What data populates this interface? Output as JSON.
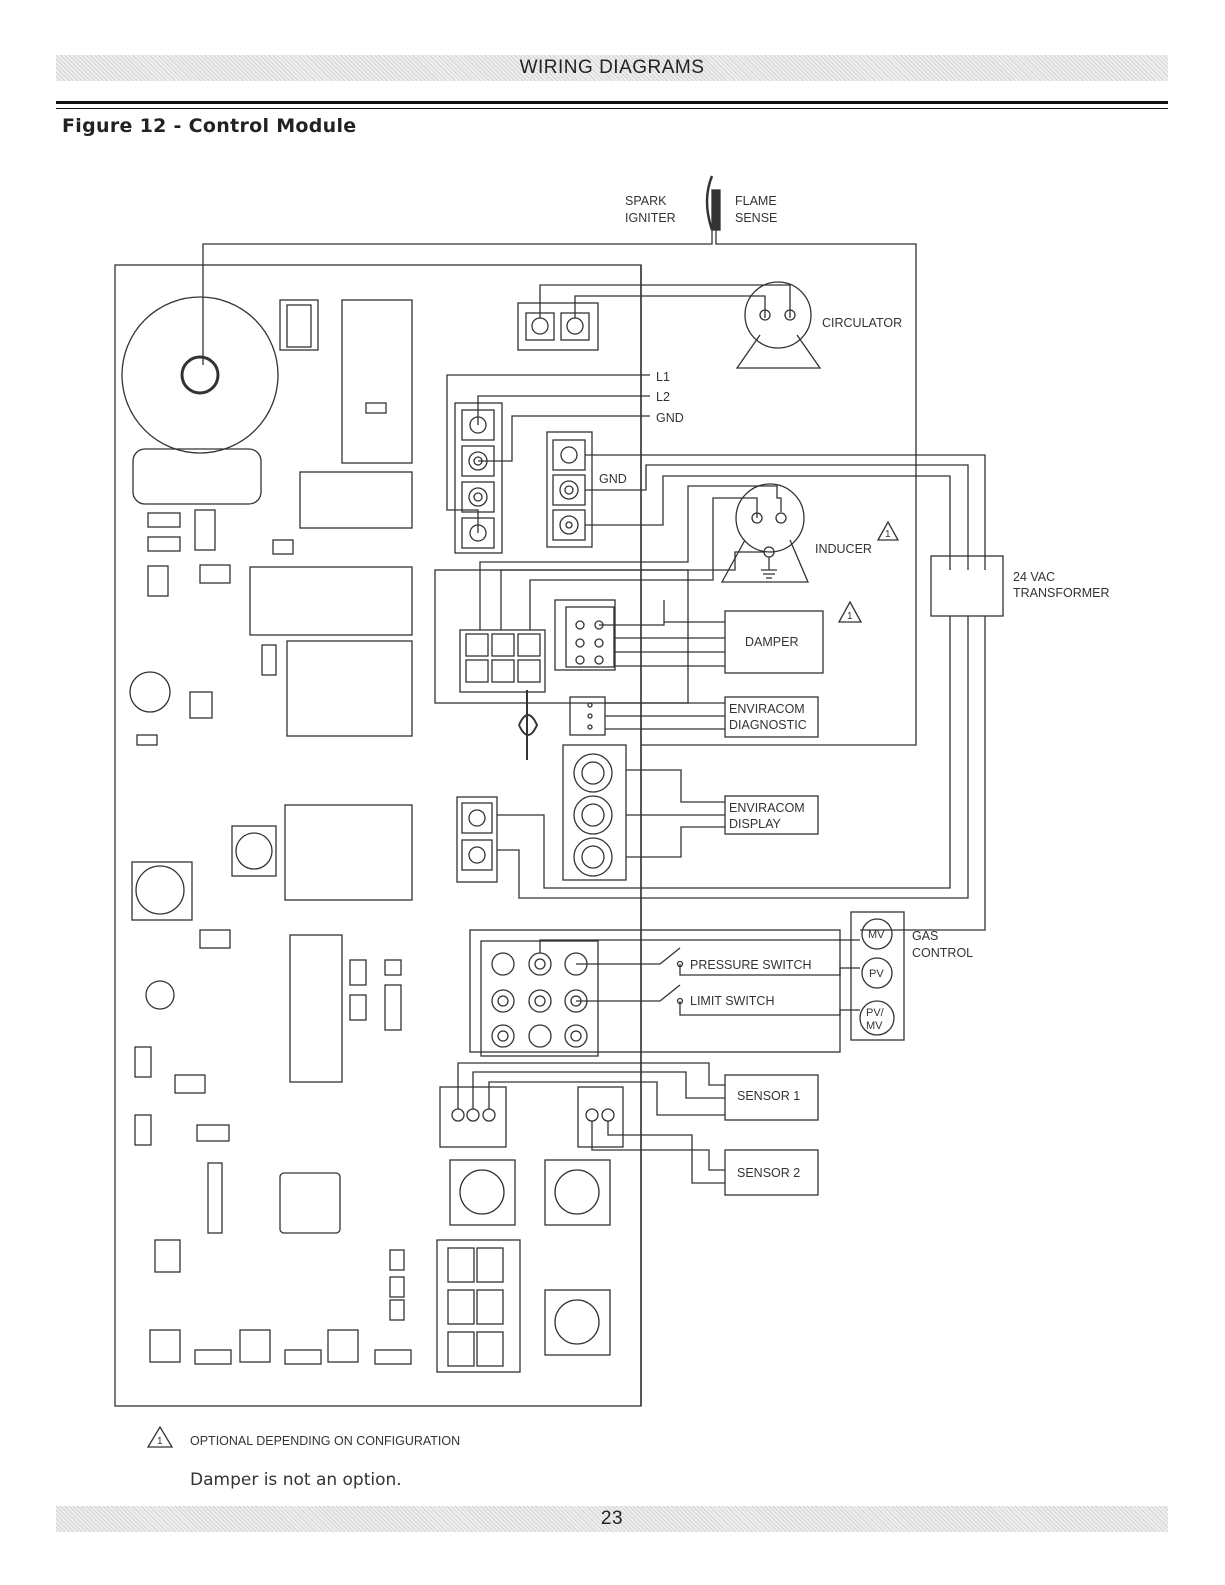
{
  "header": {
    "section_title": "WIRING DIAGRAMS"
  },
  "figure": {
    "title": "Figure 12   - Control Module"
  },
  "labels": {
    "spark_igniter_1": "SPARK",
    "spark_igniter_2": "IGNITER",
    "flame_sense_1": "FLAME",
    "flame_sense_2": "SENSE",
    "circulator": "CIRCULATOR",
    "l1": "L1",
    "l2": "L2",
    "gnd_main": "GND",
    "gnd_block": "GND",
    "inducer": "INDUCER",
    "transformer_1": "24 VAC",
    "transformer_2": "TRANSFORMER",
    "damper": "DAMPER",
    "enviracom_diag_1": "ENVIRACOM",
    "enviracom_diag_2": "DIAGNOSTIC",
    "enviracom_disp_1": "ENVIRACOM",
    "enviracom_disp_2": "DISPLAY",
    "gas_control_1": "GAS",
    "gas_control_2": "CONTROL",
    "mv": "MV",
    "pv": "PV",
    "pvmv_1": "PV/",
    "pvmv_2": "MV",
    "pressure_switch": "PRESSURE SWITCH",
    "limit_switch": "LIMIT SWITCH",
    "sensor_1": "SENSOR 1",
    "sensor_2": "SENSOR 2",
    "optional_marker": "1"
  },
  "notes": {
    "optional": "OPTIONAL DEPENDING ON CONFIGURATION",
    "damper_note": "Damper is not an option."
  },
  "footer": {
    "page_number": "23"
  }
}
